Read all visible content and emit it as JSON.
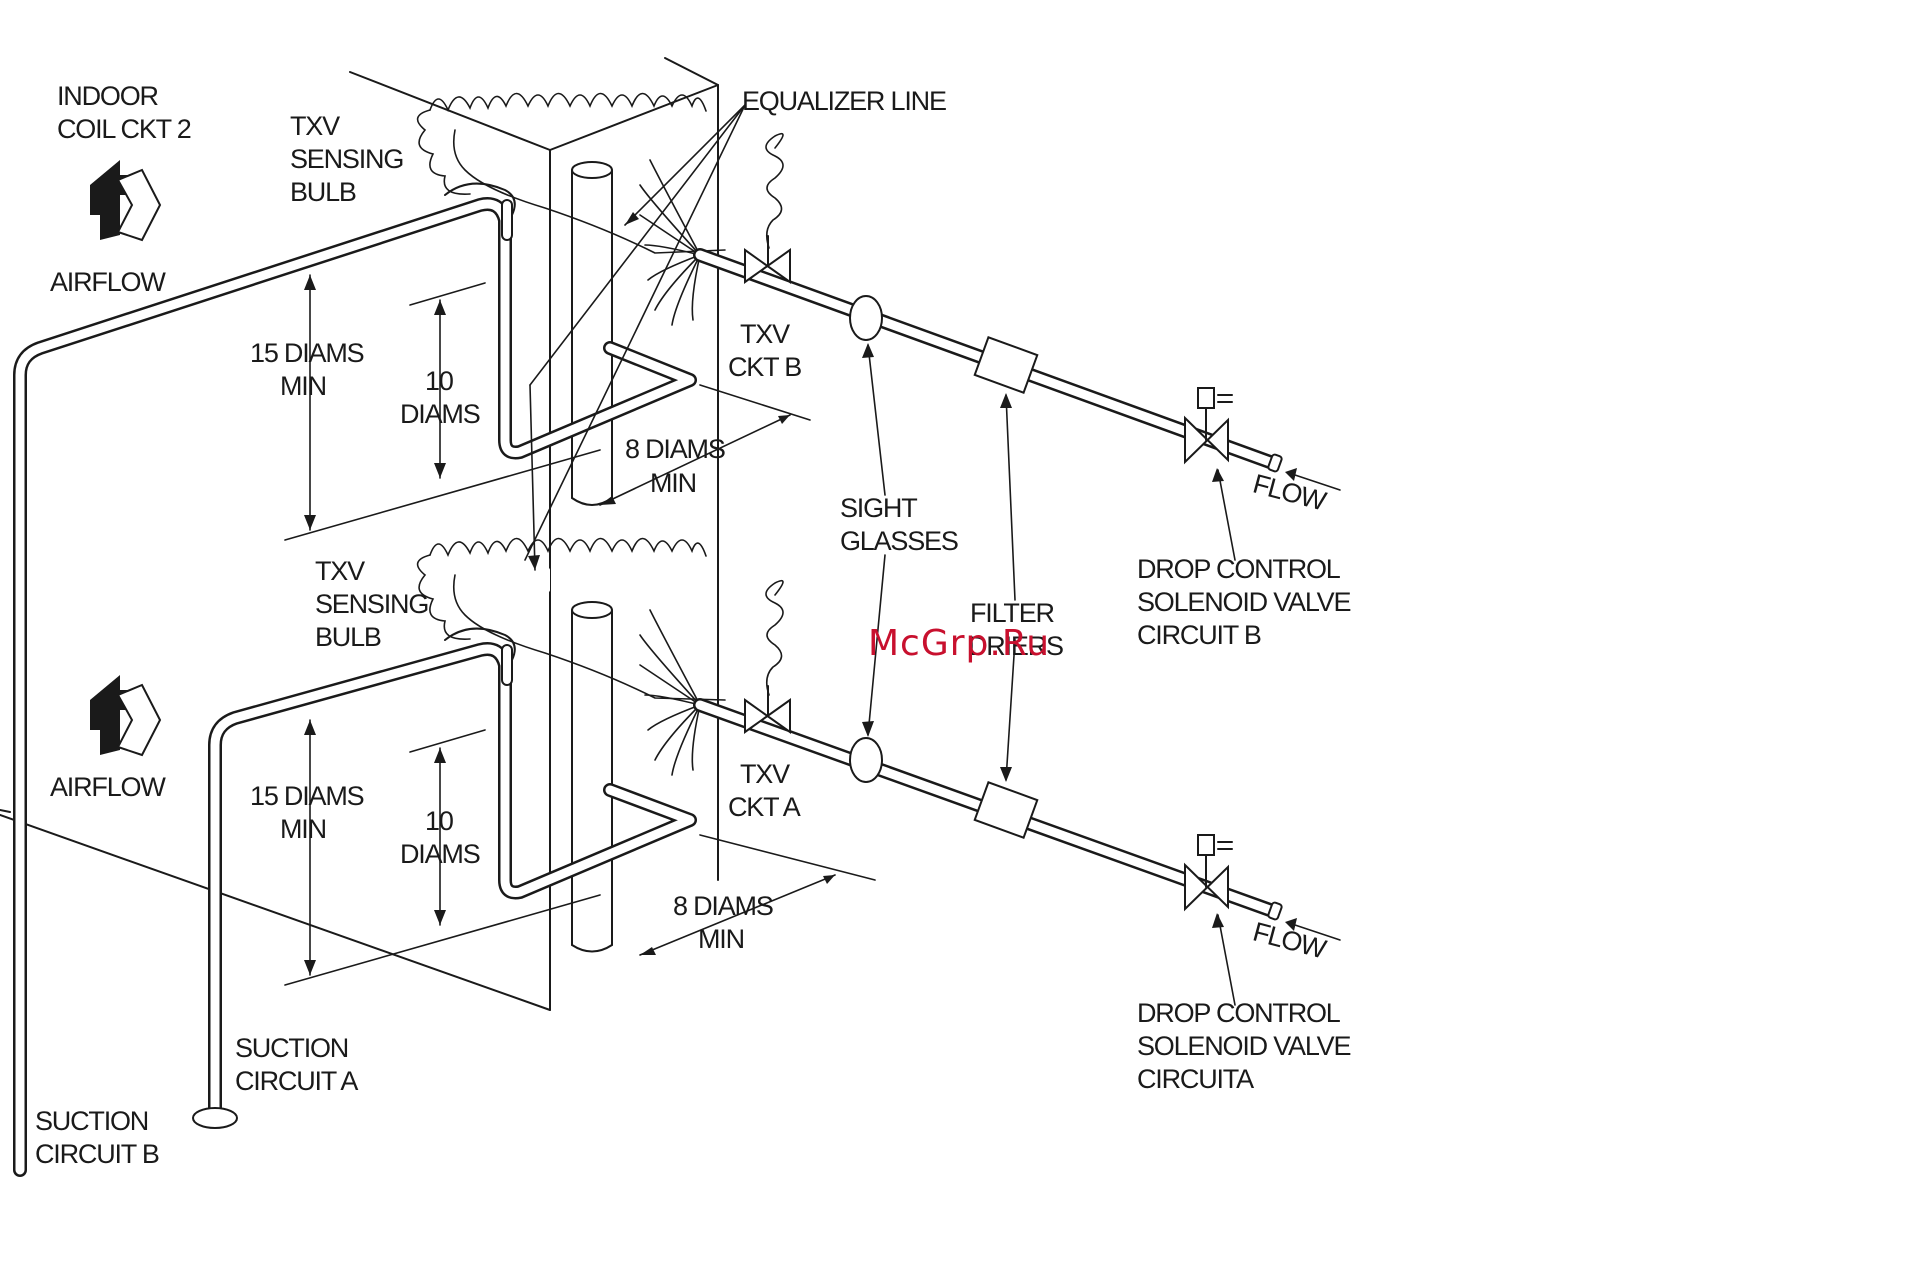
{
  "labels": {
    "indoor_coil_1": "INDOOR",
    "indoor_coil_2": "COIL CKT 2",
    "equalizer_line": "EQUALIZER LINE",
    "txv_bulb_top_1": "TXV",
    "txv_bulb_top_2": "SENSING",
    "txv_bulb_top_3": "BULB",
    "airflow_top": "AIRFLOW",
    "diams15_top_1": "15 DIAMS",
    "diams15_top_2": "MIN",
    "diams10_top_1": "10",
    "diams10_top_2": "DIAMS",
    "diams8_top_1": "8 DIAMS",
    "diams8_top_2": "MIN",
    "txv_ckt_b_1": "TXV",
    "txv_ckt_b_2": "CKT B",
    "sight_1": "SIGHT",
    "sight_2": "GLASSES",
    "flow_top": "FLOW",
    "drop_b_1": "DROP CONTROL",
    "drop_b_2": "SOLENOID VALVE",
    "drop_b_3": "CIRCUIT B",
    "filter_1": "FILTER",
    "filter_2": "DRIERS",
    "txv_bulb_bot_1": "TXV",
    "txv_bulb_bot_2": "SENSING",
    "txv_bulb_bot_3": "BULB",
    "airflow_bot": "AIRFLOW",
    "diams15_bot_1": "15 DIAMS",
    "diams15_bot_2": "MIN",
    "diams10_bot_1": "10",
    "diams10_bot_2": "DIAMS",
    "diams8_bot_1": "8 DIAMS",
    "diams8_bot_2": "MIN",
    "txv_ckt_a_1": "TXV",
    "txv_ckt_a_2": "CKT A",
    "flow_bot": "FLOW",
    "drop_a_1": "DROP CONTROL",
    "drop_a_2": "SOLENOID VALVE",
    "drop_a_3": "CIRCUITA",
    "suction_a_1": "SUCTION",
    "suction_a_2": "CIRCUIT A",
    "suction_b_1": "SUCTION",
    "suction_b_2": "CIRCUIT B"
  },
  "watermark": "McGrp.Ru",
  "colors": {
    "ink": "#1a1a1a",
    "watermark": "#c8102e",
    "background": "#ffffff"
  }
}
